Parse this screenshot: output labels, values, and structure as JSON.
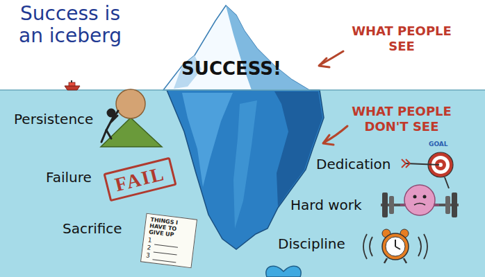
{
  "diagram": {
    "title": "Success is an iceberg",
    "nodes": [
      {
        "text": [
          "FAIL"
        ]
      },
      {
        "text": [
          "THINGS I HAVE TO GIVE UP",
          "1",
          "2",
          "3"
        ]
      }
    ],
    "labels": [
      "SUCCESS!",
      "WHAT PEOPLE SEE",
      "WHAT PEOPLE DON'T SEE",
      "Persistence",
      "Failure",
      "Sacrifice",
      "GOAL",
      "Dedication",
      "Hard work",
      "Discipline"
    ]
  }
}
